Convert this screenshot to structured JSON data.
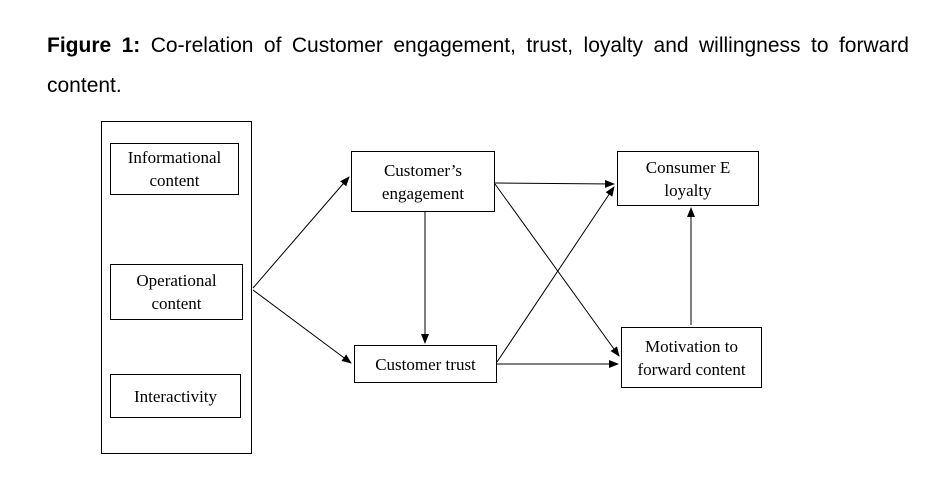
{
  "figure": {
    "label": "Figure 1:",
    "caption": " Co-relation of Customer engagement, trust, loyalty and willingness to forward content."
  },
  "diagram": {
    "antecedents": {
      "informational": "Informational content",
      "operational": "Operational content",
      "interactivity": "Interactivity"
    },
    "nodes": {
      "engagement": "Customer’s engagement",
      "trust": "Customer trust",
      "loyalty": "Consumer E loyalty",
      "motivation": "Motivation to forward content"
    },
    "edges": [
      {
        "from": "antecedents",
        "to": "engagement"
      },
      {
        "from": "antecedents",
        "to": "trust"
      },
      {
        "from": "engagement",
        "to": "trust"
      },
      {
        "from": "engagement",
        "to": "loyalty"
      },
      {
        "from": "engagement",
        "to": "motivation"
      },
      {
        "from": "trust",
        "to": "loyalty"
      },
      {
        "from": "trust",
        "to": "motivation"
      },
      {
        "from": "motivation",
        "to": "loyalty"
      }
    ]
  }
}
